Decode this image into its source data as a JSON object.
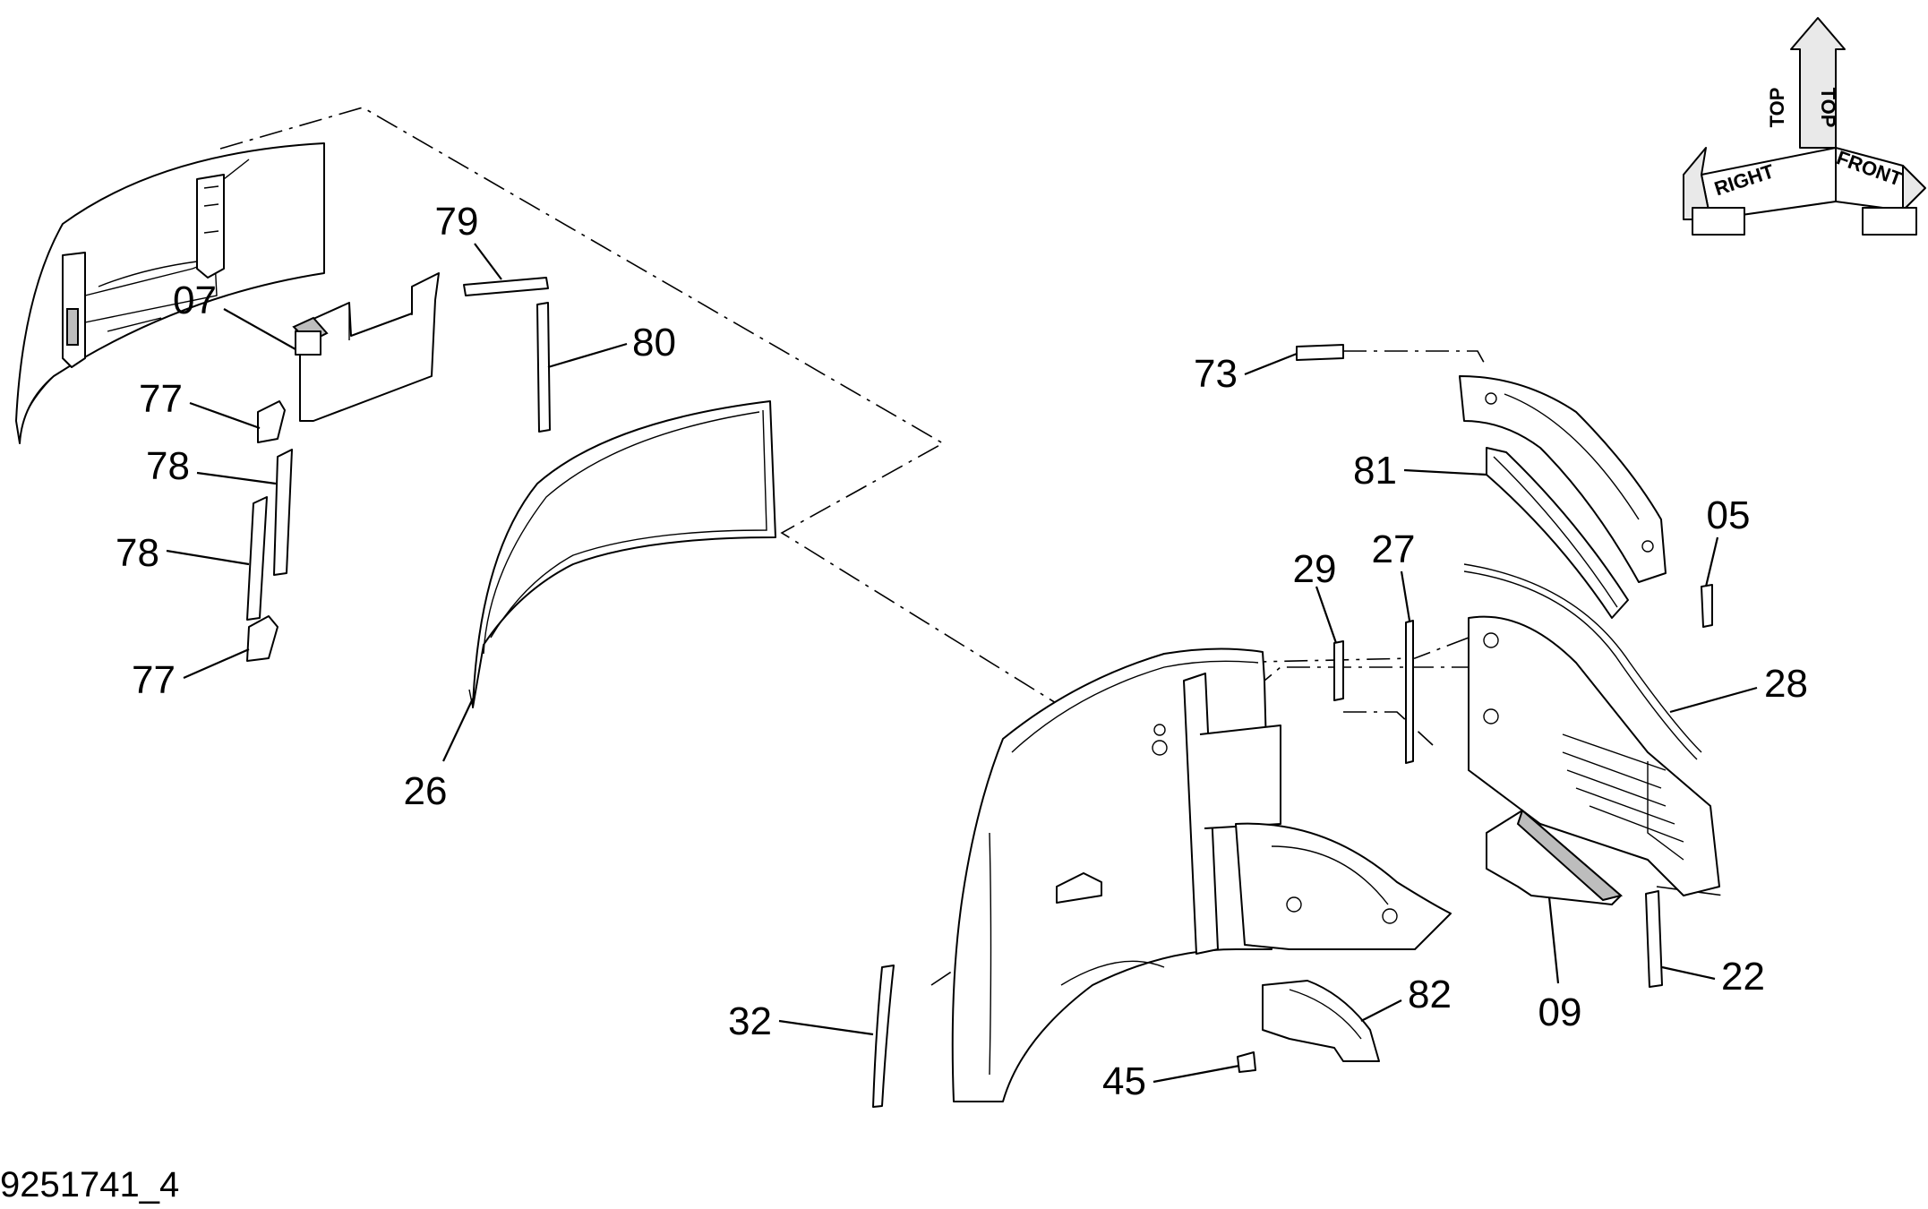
{
  "document_id": "9251741_4",
  "orientation_arrows": {
    "top": "TOP",
    "front": "FRONT",
    "right": "RIGHT"
  },
  "callouts": [
    "79",
    "07",
    "80",
    "77",
    "78",
    "78",
    "77",
    "26",
    "73",
    "81",
    "05",
    "29",
    "27",
    "28",
    "32",
    "82",
    "45",
    "09",
    "22"
  ]
}
